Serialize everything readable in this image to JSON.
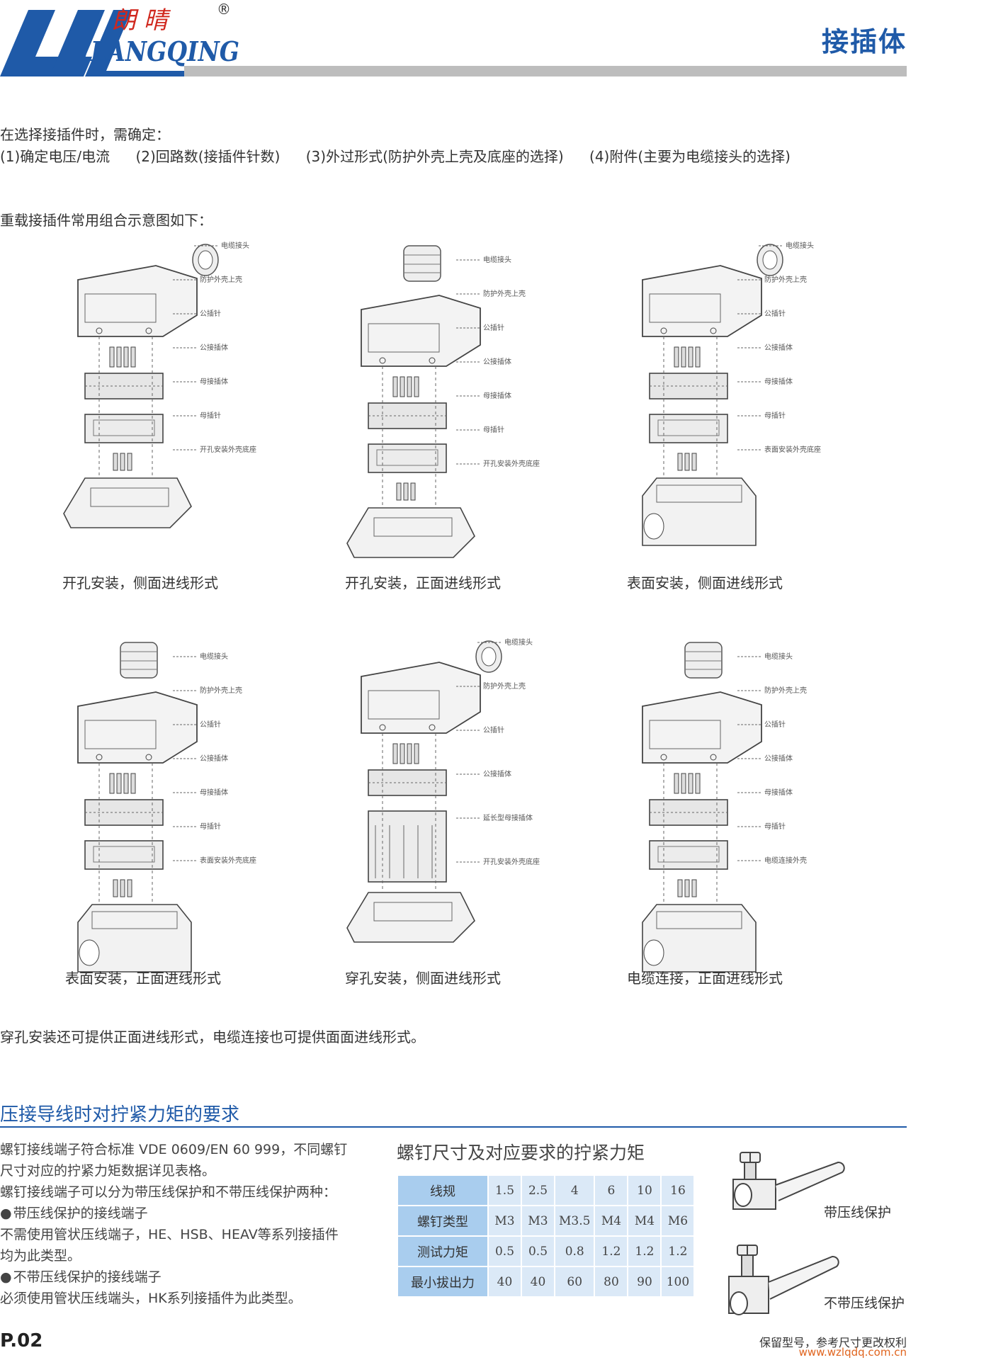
{
  "header": {
    "logo_cn": "朗 晴",
    "logo_en": "LANGQING",
    "registered": "®",
    "title": "接插体"
  },
  "intro": {
    "line1": "在选择接插件时，需确定：",
    "items": [
      "(1)确定电压/电流",
      "(2)回路数(接插件针数)",
      "(3)外过形式(防护外壳上壳及底座的选择)",
      "(4)附件(主要为电缆接头的选择)"
    ],
    "combo_title": "重载接插件常用组合示意图如下："
  },
  "diagrams": [
    {
      "caption": "开孔安装，侧面进线形式",
      "labels": [
        "电缆接头",
        "防护外壳上壳",
        "公插针",
        "公接插体",
        "母接插体",
        "母插针",
        "开孔安装外壳底座"
      ]
    },
    {
      "caption": "开孔安装，正面进线形式",
      "labels": [
        "电缆接头",
        "防护外壳上壳",
        "公插针",
        "公接插体",
        "母接插体",
        "母插针",
        "开孔安装外壳底座"
      ]
    },
    {
      "caption": "表面安装，侧面进线形式",
      "labels": [
        "电缆接头",
        "防护外壳上壳",
        "公插针",
        "公接插体",
        "母接插体",
        "母插针",
        "表面安装外壳底座"
      ]
    },
    {
      "caption": "表面安装，正面进线形式",
      "labels": [
        "电缆接头",
        "防护外壳上壳",
        "公插针",
        "公接插体",
        "母接插体",
        "母插针",
        "表面安装外壳底座"
      ]
    },
    {
      "caption": "穿孔安装，侧面进线形式",
      "labels": [
        "电缆接头",
        "防护外壳上壳",
        "公插针",
        "公接插体",
        "延长型母接插体",
        "开孔安装外壳底座"
      ]
    },
    {
      "caption": "电缆连接，正面进线形式",
      "labels": [
        "电缆接头",
        "防护外壳上壳",
        "公插针",
        "公接插体",
        "母接插体",
        "母插针",
        "电缆连接外壳"
      ]
    }
  ],
  "note": "穿孔安装还可提供正面进线形式，电缆连接也可提供面面进线形式。",
  "torque": {
    "section_title": "压接导线时对拧紧力矩的要求",
    "desc": [
      "螺钉接线端子符合标准 VDE 0609/EN 60 999，不同螺钉",
      "尺寸对应的拧紧力矩数据详见表格。",
      "螺钉接线端子可以分为带压线保护和不带压线保护两种：",
      "带压线保护的接线端子",
      "不需使用管状压线端子，HE、HSB、HEAV等系列接插件",
      "均为此类型。",
      "不带压线保护的接线端子",
      "必须使用管状压线端头，HK系列接插件为此类型。"
    ],
    "table_title": "螺钉尺寸及对应要求的拧紧力矩",
    "rows": [
      {
        "head": "线规",
        "values": [
          "1.5",
          "2.5",
          "4",
          "6",
          "10",
          "16"
        ]
      },
      {
        "head": "螺钉类型",
        "values": [
          "M3",
          "M3",
          "M3.5",
          "M4",
          "M4",
          "M6"
        ]
      },
      {
        "head": "测试力矩",
        "values": [
          "0.5",
          "0.5",
          "0.8",
          "1.2",
          "1.2",
          "1.2"
        ]
      },
      {
        "head": "最小拔出力",
        "values": [
          "40",
          "40",
          "60",
          "80",
          "90",
          "100"
        ]
      }
    ],
    "clamp_with": "带压线保护",
    "clamp_without": "不带压线保护"
  },
  "footer": {
    "page": "P.02",
    "note": "保留型号，参考尺寸更改权利",
    "url": "www.wzlqdq.com.cn"
  }
}
